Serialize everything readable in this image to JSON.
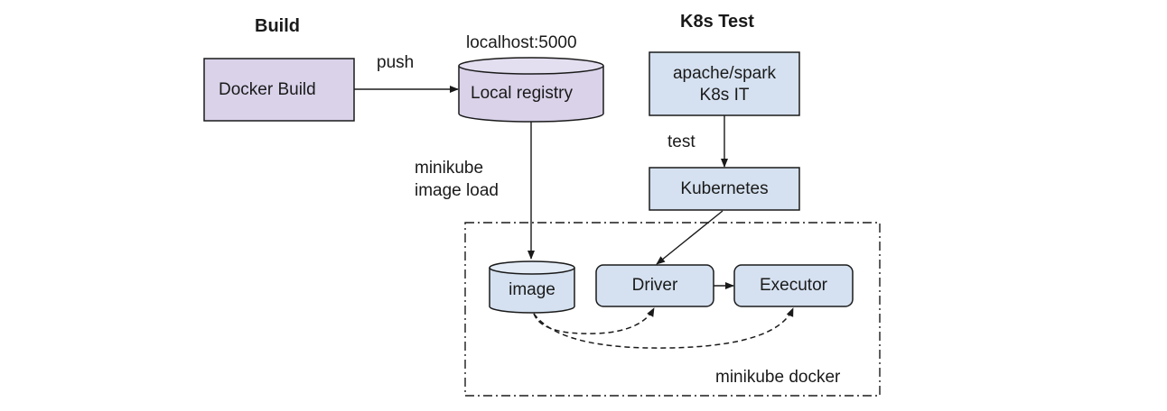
{
  "sections": {
    "build_title": "Build",
    "k8s_title": "K8s Test"
  },
  "nodes": {
    "docker_build": "Docker Build",
    "local_registry": "Local registry",
    "registry_host": "localhost:5000",
    "spark_it_line1": "apache/spark",
    "spark_it_line2": "K8s IT",
    "kubernetes": "Kubernetes",
    "image": "image",
    "driver": "Driver",
    "executor": "Executor"
  },
  "edges": {
    "push": "push",
    "test": "test",
    "minikube_load_line1": "minikube",
    "minikube_load_line2": "image load"
  },
  "groups": {
    "minikube_docker": "minikube docker"
  },
  "colors": {
    "build_fill": "#d9d2e9",
    "test_fill": "#d5e1f0",
    "cyl_top_build": "#e4dff0",
    "cyl_top_test": "#e2ebf6",
    "stroke": "#1a1a1a"
  }
}
